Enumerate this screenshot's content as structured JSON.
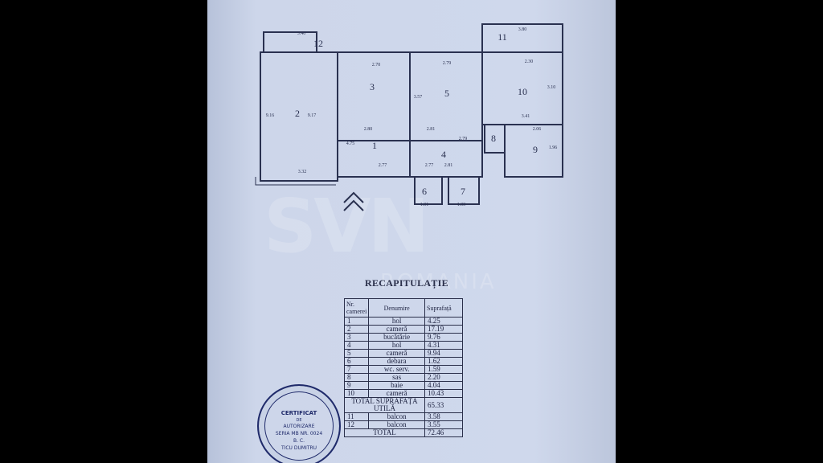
{
  "watermark": {
    "brand": "SVN",
    "sub": "ROMANIA"
  },
  "plan": {
    "rooms": [
      "1",
      "2",
      "3",
      "4",
      "5",
      "6",
      "7",
      "8",
      "9",
      "10",
      "11",
      "12"
    ],
    "dims": [
      "3.40",
      "2.70",
      "2.79",
      "2.30",
      "3.80",
      "9.17",
      "9.16",
      "3.32",
      "2.80",
      "2.81",
      "2.77",
      "2.79",
      "1.31",
      "1.33",
      "3.41",
      "2.06",
      "1.96",
      "3.10",
      "3.57",
      "2.77",
      "2.81",
      "4.75"
    ]
  },
  "recap": {
    "title": "RECAPITULAȚIE",
    "headers": [
      "Nr. camerei",
      "Denumire",
      "Suprafață"
    ],
    "rows": [
      {
        "nr": "1",
        "name": "hol",
        "area": "4.25"
      },
      {
        "nr": "2",
        "name": "cameră",
        "area": "17.19"
      },
      {
        "nr": "3",
        "name": "bucătărie",
        "area": "9.76"
      },
      {
        "nr": "4",
        "name": "hol",
        "area": "4.31"
      },
      {
        "nr": "5",
        "name": "cameră",
        "area": "9.94"
      },
      {
        "nr": "6",
        "name": "debara",
        "area": "1.62"
      },
      {
        "nr": "7",
        "name": "wc. serv.",
        "area": "1.59"
      },
      {
        "nr": "8",
        "name": "sas",
        "area": "2.20"
      },
      {
        "nr": "9",
        "name": "baie",
        "area": "4.04"
      },
      {
        "nr": "10",
        "name": "cameră",
        "area": "10.43"
      }
    ],
    "subtotal_label": "TOTAL SUPRAFAȚA UTILĂ",
    "subtotal_value": "65.33",
    "balcony_rows": [
      {
        "nr": "11",
        "name": "balcon",
        "area": "3.58"
      },
      {
        "nr": "12",
        "name": "balcon",
        "area": "3.55"
      }
    ],
    "total_label": "TOTAL",
    "total_value": "72.46"
  },
  "stamp": {
    "line1": "CERTIFICAT",
    "line2": "DE",
    "line3": "AUTORIZARE",
    "line4": "SERIA MB NR. 0024",
    "line5": "B. C.",
    "line6": "TICU DUMITRU"
  }
}
